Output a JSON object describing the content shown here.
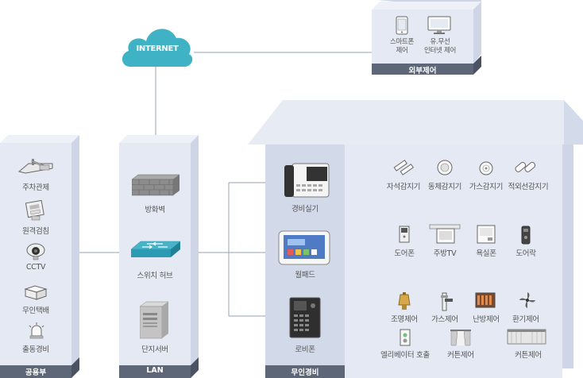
{
  "cloud": {
    "label": "INTERNET"
  },
  "external": {
    "title": "외부제어",
    "items": [
      {
        "label_line1": "스마트폰",
        "label_line2": "제어"
      },
      {
        "label_line1": "유.무선",
        "label_line2": "인터넷 제어"
      }
    ]
  },
  "public": {
    "title": "공용부",
    "items": [
      "주차관제",
      "원격검침",
      "CCTV",
      "무인택배",
      "출동경비"
    ]
  },
  "lan": {
    "title": "LAN",
    "items": [
      "방화벽",
      "스위치 허브",
      "단지서버"
    ]
  },
  "home": {
    "title": "무인경비",
    "devices": [
      "경비실기",
      "월패드",
      "로비폰"
    ],
    "sensors": [
      "자석감지기",
      "동체감지기",
      "가스감지기",
      "적외선감지기"
    ],
    "av": [
      "도어폰",
      "주방TV",
      "욕실폰",
      "도어락"
    ],
    "control": [
      "조명제어",
      "가스제어",
      "난방제어",
      "환기제어"
    ],
    "misc": [
      "엘리베이터 호출",
      "커튼제어",
      "커튼제어"
    ]
  },
  "colors": {
    "panel_front": "#e4e9f3",
    "panel_side": "#cdd5e6",
    "bar_dark": "#5e6778",
    "cloud": "#3fb3c5",
    "line": "#9aa3b3",
    "highlight": "#d2daea"
  }
}
